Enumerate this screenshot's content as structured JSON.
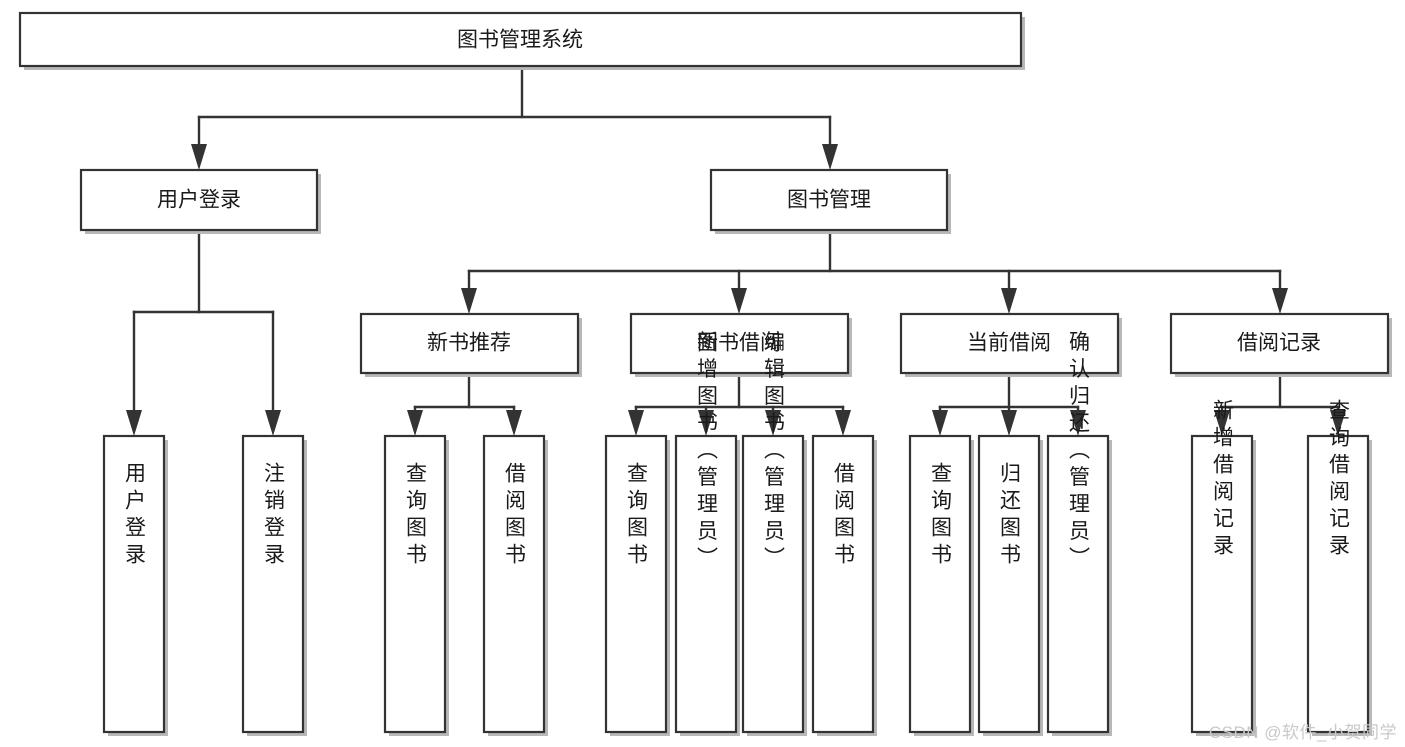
{
  "diagram": {
    "type": "tree-hierarchy",
    "title": "图书管理系统",
    "watermark": "CSDN @软件_小贺同学",
    "colors": {
      "box_stroke": "#333333",
      "box_fill": "#ffffff",
      "connector": "#333333",
      "text": "#1a1a1a",
      "watermark": "#c9c9c9",
      "background": "#ffffff"
    },
    "levels": [
      {
        "level": 1,
        "nodes": [
          {
            "id": "root",
            "label": "图书管理系统",
            "orientation": "horizontal"
          }
        ]
      },
      {
        "level": 2,
        "nodes": [
          {
            "id": "user-login",
            "label": "用户登录",
            "orientation": "horizontal",
            "parent": "root"
          },
          {
            "id": "book-manage",
            "label": "图书管理",
            "orientation": "horizontal",
            "parent": "root"
          }
        ]
      },
      {
        "level": 3,
        "nodes": [
          {
            "id": "new-book-rec",
            "label": "新书推荐",
            "orientation": "horizontal",
            "parent": "book-manage"
          },
          {
            "id": "book-borrow",
            "label": "图书借阅",
            "orientation": "horizontal",
            "parent": "book-manage"
          },
          {
            "id": "current-borrow",
            "label": "当前借阅",
            "orientation": "horizontal",
            "parent": "book-manage"
          },
          {
            "id": "borrow-record",
            "label": "借阅记录",
            "orientation": "horizontal",
            "parent": "book-manage"
          }
        ]
      },
      {
        "level": 4,
        "nodes": [
          {
            "id": "leaf-user-login",
            "label": "用户登录",
            "orientation": "vertical",
            "parent": "user-login"
          },
          {
            "id": "leaf-user-logout",
            "label": "注销登录",
            "orientation": "vertical",
            "parent": "user-login"
          },
          {
            "id": "leaf-query-book-1",
            "label": "查询图书",
            "orientation": "vertical",
            "parent": "new-book-rec"
          },
          {
            "id": "leaf-borrow-book-1",
            "label": "借阅图书",
            "orientation": "vertical",
            "parent": "new-book-rec"
          },
          {
            "id": "leaf-query-book-2",
            "label": "查询图书",
            "orientation": "vertical",
            "parent": "book-borrow"
          },
          {
            "id": "leaf-add-book",
            "label": "新增图书（管理员）",
            "orientation": "vertical",
            "parent": "book-borrow"
          },
          {
            "id": "leaf-edit-book",
            "label": "编辑图书（管理员）",
            "orientation": "vertical",
            "parent": "book-borrow"
          },
          {
            "id": "leaf-borrow-book-2",
            "label": "借阅图书",
            "orientation": "vertical",
            "parent": "book-borrow"
          },
          {
            "id": "leaf-query-book-3",
            "label": "查询图书",
            "orientation": "vertical",
            "parent": "current-borrow"
          },
          {
            "id": "leaf-return-book",
            "label": "归还图书",
            "orientation": "vertical",
            "parent": "current-borrow"
          },
          {
            "id": "leaf-confirm-return",
            "label": "确认归还（管理员）",
            "orientation": "vertical",
            "parent": "current-borrow"
          },
          {
            "id": "leaf-add-record",
            "label": "新增借阅记录",
            "orientation": "vertical",
            "parent": "borrow-record"
          },
          {
            "id": "leaf-query-record",
            "label": "查询借阅记录",
            "orientation": "vertical",
            "parent": "borrow-record"
          }
        ]
      }
    ]
  }
}
